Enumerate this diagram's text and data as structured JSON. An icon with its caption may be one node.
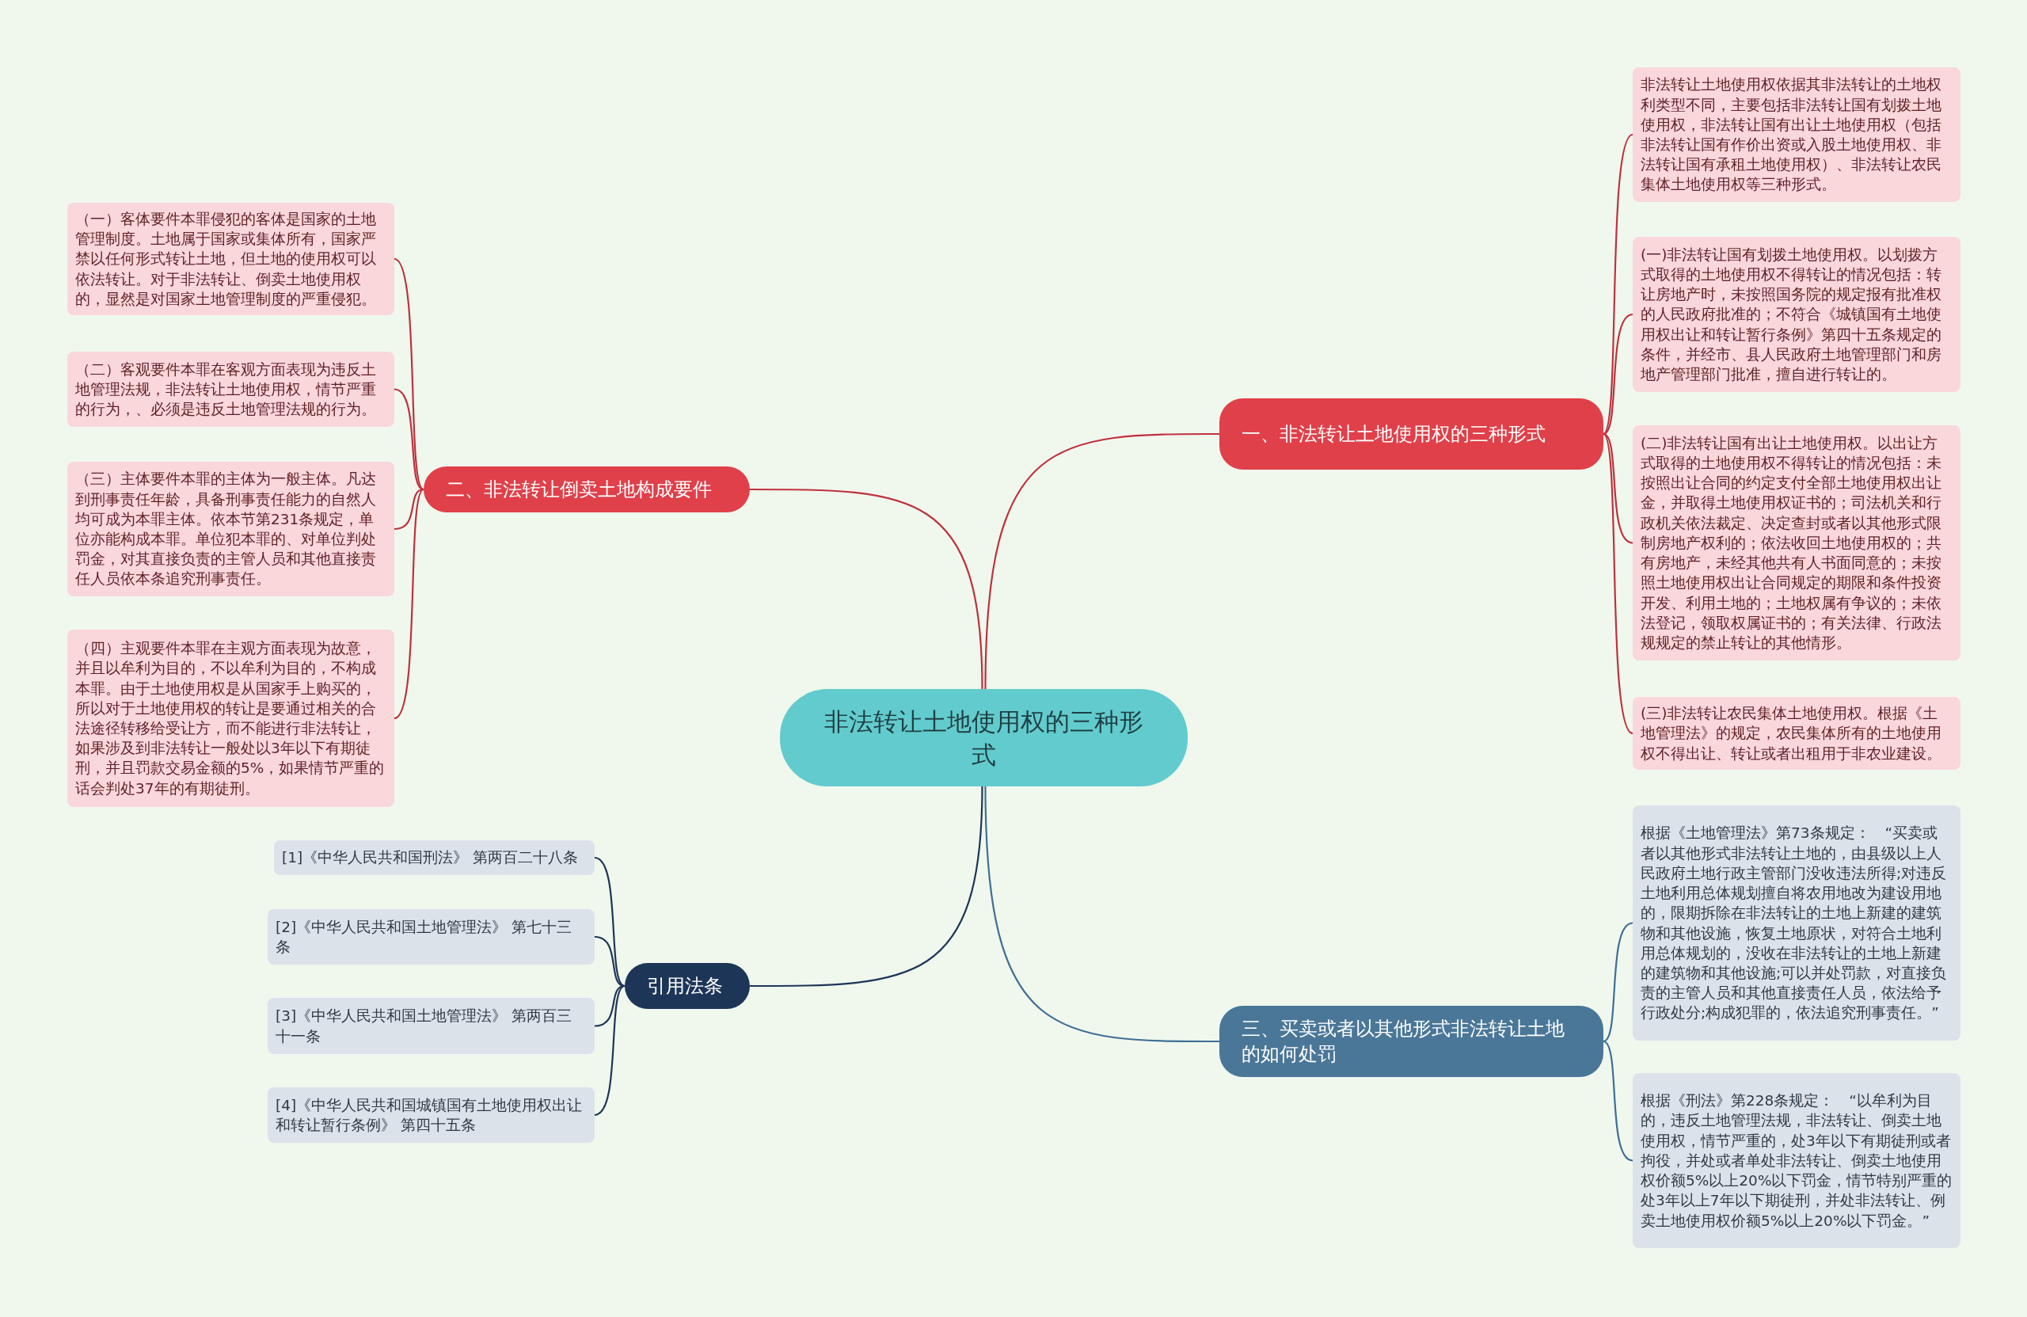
{
  "diagram": {
    "nodes": [
      {
        "text": [
          "非法转让土地使用权的三种形式"
        ]
      },
      {
        "text": [
          "一、非法转让土地使用权的三种形式"
        ]
      },
      {
        "text": [
          "非法转让土地使用权依据其非法转让的土地权利类型不同，主要包括非法转让国有划拨土地使用权，非法转让国有出让土地使用权（包括非法转让国有作价出资或入股土地使用权、非法转让国有承租土地使用权）、非法转让农民集体土地使用权等三种形式。"
        ]
      },
      {
        "text": [
          "(一)非法转让国有划拨土地使用权。以划拨方式取得的土地使用权不得转让的情况包括：转让房地产时，未按照国务院的规定报有批准权的人民政府批准的；不符合《城镇国有土地使用权出让和转让暂行条例》第四十五条规定的条件，并经市、县人民政府土地管理部门和房地产管理部门批准，擅自进行转让的。"
        ]
      },
      {
        "text": [
          "(二)非法转让国有出让土地使用权。以出让方式取得的土地使用权不得转让的情况包括：未按照出让合同的约定支付全部土地使用权出让金，并取得土地使用权证书的；司法机关和行政机关依法裁定、决定查封或者以其他形式限制房地产权利的；依法收回土地使用权的；共有房地产，未经其他共有人书面同意的；未按照土地使用权出让合同规定的期限和条件投资开发、利用土地的；土地权属有争议的；未依法登记，领取权属证书的；有关法律、行政法规规定的禁止转让的其他情形。"
        ]
      },
      {
        "text": [
          "(三)非法转让农民集体土地使用权。根据《土地管理法》的规定，农民集体所有的土地使用权不得出让、转让或者出租用于非农业建设。"
        ]
      },
      {
        "text": [
          "三、买卖或者以其他形式非法转让土地的如何处罚"
        ]
      },
      {
        "text": [
          "根据《土地管理法》第73条规定：　“买卖或者以其他形式非法转让土地的，由县级以上人民政府土地行政主管部门没收违法所得;对违反土地利用总体规划擅自将农用地改为建设用地的，限期拆除在非法转让的土地上新建的建筑物和其他设施，恢复土地原状，对符合土地利用总体规划的，没收在非法转让的土地上新建的建筑物和其他设施;可以并处罚款，对直接负责的主管人员和其他直接责任人员，依法给予行政处分;构成犯罪的，依法追究刑事责任。”"
        ]
      },
      {
        "text": [
          "根据《刑法》第228条规定：　“以牟利为目的，违反土地管理法规，非法转让、倒卖土地使用权，情节严重的，处3年以下有期徒刑或者拘役，并处或者单处非法转让、倒卖土地使用权价额5%以上20%以下罚金，情节特别严重的处3年以上7年以下期徒刑，并处非法转让、例卖土地使用权价额5%以上20%以下罚金。”"
        ]
      },
      {
        "text": [
          "二、非法转让倒卖土地构成要件"
        ]
      },
      {
        "text": [
          "（一）客体要件本罪侵犯的客体是国家的土地管理制度。土地属于国家或集体所有，国家严禁以任何形式转让土地，但土地的使用权可以依法转让。对于非法转让、倒卖土地使用权的，显然是对国家土地管理制度的严重侵犯。"
        ]
      },
      {
        "text": [
          "（二）客观要件本罪在客观方面表现为违反土地管理法规，非法转让土地使用权，情节严重的行为，、必须是违反土地管理法规的行为。"
        ]
      },
      {
        "text": [
          "（三）主体要件本罪的主体为一般主体。凡达到刑事责任年龄，具备刑事责任能力的自然人均可成为本罪主体。依本节第231条规定，单位亦能构成本罪。单位犯本罪的、对单位判处罚金，对其直接负责的主管人员和其他直接责任人员依本条追究刑事责任。"
        ]
      },
      {
        "text": [
          "（四）主观要件本罪在主观方面表现为故意，并且以牟利为目的，不以牟利为目的，不构成本罪。由于土地使用权是从国家手上购买的，所以对于土地使用权的转让是要通过相关的合法途径转移给受让方，而不能进行非法转让，如果涉及到非法转让一般处以3年以下有期徒刑，并且罚款交易金额的5%，如果情节严重的话会判处37年的有期徒刑。"
        ]
      },
      {
        "text": [
          "引用法条"
        ]
      },
      {
        "text": [
          "[1]《中华人民共和国刑法》 第两百二十八条"
        ]
      },
      {
        "text": [
          "[2]《中华人民共和国土地管理法》 第七十三条"
        ]
      },
      {
        "text": [
          "[3]《中华人民共和国土地管理法》 第两百三十一条"
        ]
      },
      {
        "text": [
          "[4]《中华人民共和国城镇国有土地使用权出让和转让暂行条例》 第四十五条"
        ]
      }
    ],
    "edges": [
      {
        "from": 0,
        "to": 1,
        "arrow": "none"
      },
      {
        "from": 1,
        "to": 2,
        "arrow": "none"
      },
      {
        "from": 1,
        "to": 3,
        "arrow": "none"
      },
      {
        "from": 1,
        "to": 4,
        "arrow": "none"
      },
      {
        "from": 1,
        "to": 5,
        "arrow": "none"
      },
      {
        "from": 0,
        "to": 6,
        "arrow": "none",
        "color": "#3e6f93"
      },
      {
        "from": 6,
        "to": 7,
        "arrow": "none",
        "color": "#3e6f93"
      },
      {
        "from": 6,
        "to": 8,
        "arrow": "none",
        "color": "#3e6f93"
      },
      {
        "from": 0,
        "to": 9,
        "arrow": "none"
      },
      {
        "from": 9,
        "to": 10,
        "arrow": "none"
      },
      {
        "from": 9,
        "to": 11,
        "arrow": "none"
      },
      {
        "from": 9,
        "to": 12,
        "arrow": "none"
      },
      {
        "from": 9,
        "to": 13,
        "arrow": "none"
      },
      {
        "from": 0,
        "to": 14,
        "arrow": "none",
        "color": "#1d3557"
      },
      {
        "from": 14,
        "to": 15,
        "arrow": "none",
        "color": "#1d3557"
      },
      {
        "from": 14,
        "to": 16,
        "arrow": "none",
        "color": "#1d3557"
      },
      {
        "from": 14,
        "to": 17,
        "arrow": "none",
        "color": "#1d3557"
      },
      {
        "from": 14,
        "to": 18,
        "arrow": "none",
        "color": "#1d3557"
      }
    ]
  }
}
